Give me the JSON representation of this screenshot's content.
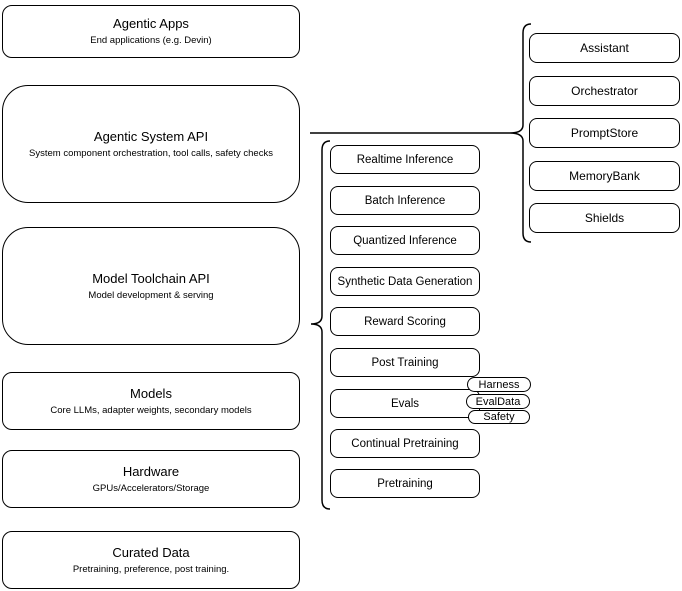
{
  "diagram": {
    "left_stack": [
      {
        "title": "Agentic Apps",
        "subtitle": "End applications (e.g. Devin)"
      },
      {
        "title": "Agentic System API",
        "subtitle": "System component orchestration, tool calls, safety checks"
      },
      {
        "title": "Model Toolchain API",
        "subtitle": "Model development & serving"
      },
      {
        "title": "Models",
        "subtitle": "Core LLMs, adapter weights, secondary models"
      },
      {
        "title": "Hardware",
        "subtitle": "GPUs/Accelerators/Storage"
      },
      {
        "title": "Curated Data",
        "subtitle": "Pretraining, preference, post training."
      }
    ],
    "toolchain_items": [
      {
        "label": "Realtime Inference"
      },
      {
        "label": "Batch Inference"
      },
      {
        "label": "Quantized Inference"
      },
      {
        "label": "Synthetic Data Generation"
      },
      {
        "label": "Reward Scoring"
      },
      {
        "label": "Post Training"
      },
      {
        "label": "Evals"
      },
      {
        "label": "Continual Pretraining"
      },
      {
        "label": "Pretraining"
      }
    ],
    "eval_tags": [
      {
        "label": "Harness"
      },
      {
        "label": "EvalData"
      },
      {
        "label": "Safety"
      }
    ],
    "system_components": [
      {
        "label": "Assistant"
      },
      {
        "label": "Orchestrator"
      },
      {
        "label": "PromptStore"
      },
      {
        "label": "MemoryBank"
      },
      {
        "label": "Shields"
      }
    ],
    "colors": {
      "stroke": "#000000",
      "background": "#ffffff",
      "text": "#000000"
    }
  }
}
